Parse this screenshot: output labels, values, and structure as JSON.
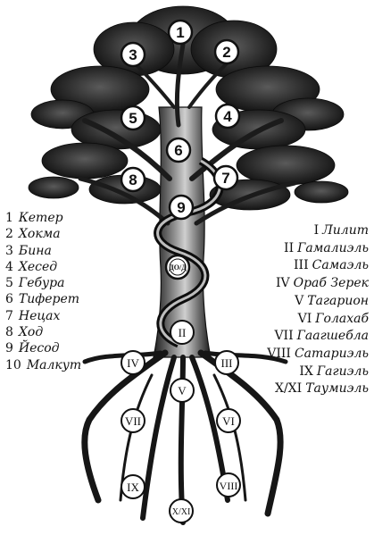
{
  "tree": {
    "sefirot_markers": [
      "1",
      "2",
      "3",
      "4",
      "5",
      "6",
      "7",
      "8",
      "9"
    ],
    "daat_marker": "ДО/Д",
    "qliphoth_markers": [
      "II",
      "III",
      "IV",
      "V",
      "VI",
      "VII",
      "VIII",
      "IX",
      "X/XI"
    ]
  },
  "legend_left": [
    {
      "num": "1",
      "name": "Кетер"
    },
    {
      "num": "2",
      "name": "Хокма"
    },
    {
      "num": "3",
      "name": "Бина"
    },
    {
      "num": "4",
      "name": "Хесед"
    },
    {
      "num": "5",
      "name": "Гебура"
    },
    {
      "num": "6",
      "name": "Тиферет"
    },
    {
      "num": "7",
      "name": "Нецах"
    },
    {
      "num": "8",
      "name": "Ход"
    },
    {
      "num": "9",
      "name": "Йесод"
    },
    {
      "num": "10",
      "name": "Малкут"
    }
  ],
  "legend_right": [
    {
      "num": "I",
      "name": "Лилит"
    },
    {
      "num": "II",
      "name": "Гамалиэль"
    },
    {
      "num": "III",
      "name": "Самаэль"
    },
    {
      "num": "IV",
      "name": "Ораб Зерек"
    },
    {
      "num": "V",
      "name": "Тагарион"
    },
    {
      "num": "VI",
      "name": "Голахаб"
    },
    {
      "num": "VII",
      "name": "Гаагшебла"
    },
    {
      "num": "VIII",
      "name": "Сатариэль"
    },
    {
      "num": "IX",
      "name": "Гагиэль"
    },
    {
      "num": "X/XI",
      "name": "Таумиэль"
    }
  ],
  "colors": {
    "ink": "#111111",
    "foliage": "#2a2a2a",
    "paper": "#ffffff"
  }
}
